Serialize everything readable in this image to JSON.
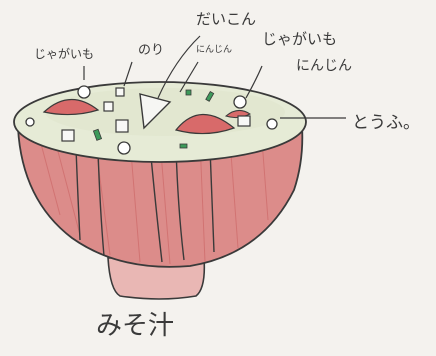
{
  "drawing": {
    "labels": {
      "daikon": "だいこん",
      "jagaimo_left": "じゃがいも",
      "nori": "のり",
      "ninjin_small": "にんじん",
      "jagaimo_right": "じゃがいも",
      "ninjin_right": "にんじん",
      "tofu": "とうふ。",
      "title": "みそ汁"
    },
    "colors": {
      "paper": "#f4f2ee",
      "pencil": "#3a3a3a",
      "bowl_red": "#d97b7b",
      "broth": "#e6ebd6",
      "carrot": "#d86a6a",
      "green": "#3d9a5a"
    }
  }
}
